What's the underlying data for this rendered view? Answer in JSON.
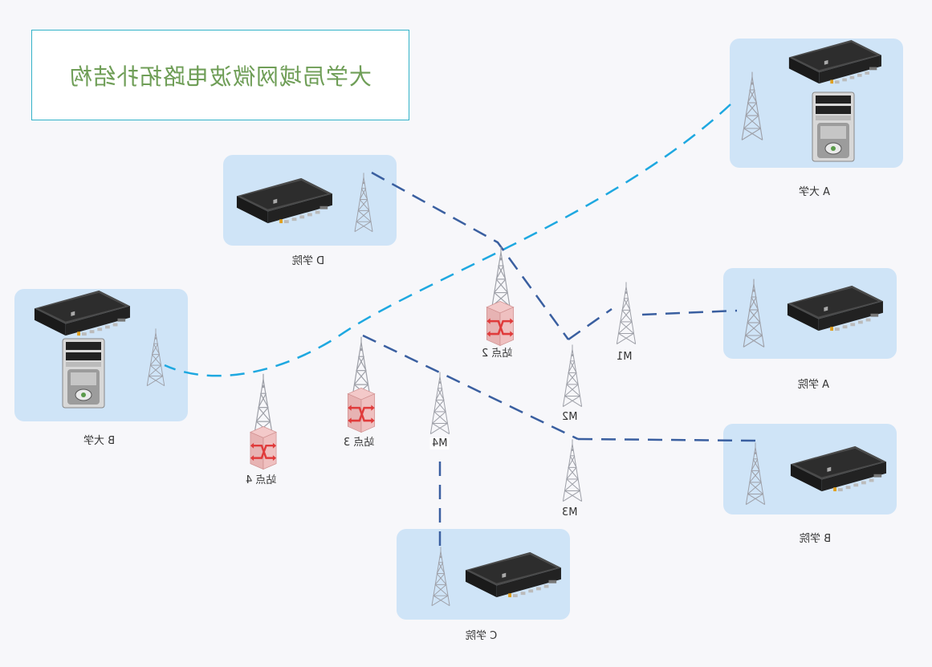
{
  "diagram": {
    "title": "大学局域网微波电路拓扑结构",
    "sites": {
      "univ_a": "A 大学",
      "univ_b": "B 大学",
      "college_a": "A 学院",
      "college_b": "B 学院",
      "college_c": "C 学院",
      "college_d": "D 学院"
    },
    "nodes": {
      "station_2": "站点 2",
      "station_3": "站点 3",
      "station_4": "站点 4",
      "m1": "M1",
      "m2": "M2",
      "m3": "M3",
      "m4": "M4"
    },
    "colors": {
      "backbone_link": "#1ea8e0",
      "microwave_link": "#3a5fa0",
      "panel": "#cfe4f7",
      "title": "#6f9e57",
      "title_border": "#34b3c9"
    },
    "icons": [
      "router-icon",
      "server-icon",
      "tower-icon",
      "switch-icon"
    ]
  }
}
